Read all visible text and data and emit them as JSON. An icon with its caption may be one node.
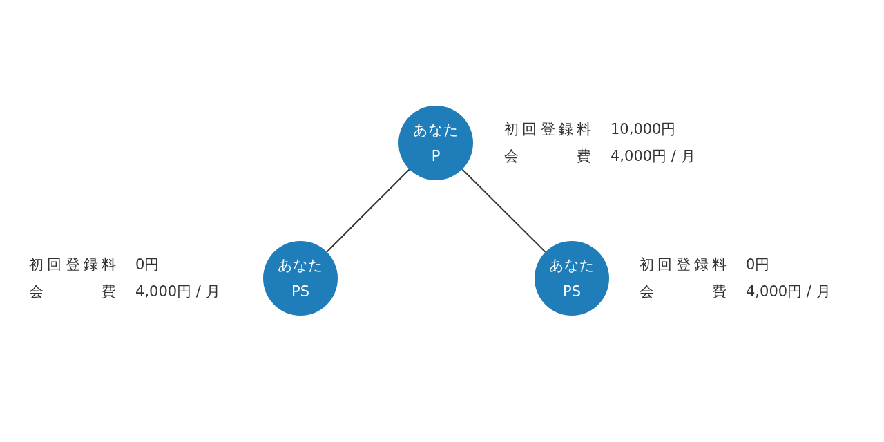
{
  "diagram": {
    "nodes": [
      {
        "text": [
          "あなた",
          "P"
        ],
        "beside": [
          "初回登録料",
          "10,000円",
          "会費",
          "4,000円 / 月"
        ]
      },
      {
        "text": [
          "あなた",
          "PS"
        ],
        "beside": [
          "初回登録料",
          "0円",
          "会費",
          "4,000円 / 月"
        ]
      },
      {
        "text": [
          "あなた",
          "PS"
        ],
        "beside": [
          "初回登録料",
          "0円",
          "会費",
          "4,000円 / 月"
        ]
      }
    ],
    "edges": [
      {
        "from": 0,
        "to": 1,
        "arrow": "none"
      },
      {
        "from": 0,
        "to": 2,
        "arrow": "none"
      }
    ]
  }
}
